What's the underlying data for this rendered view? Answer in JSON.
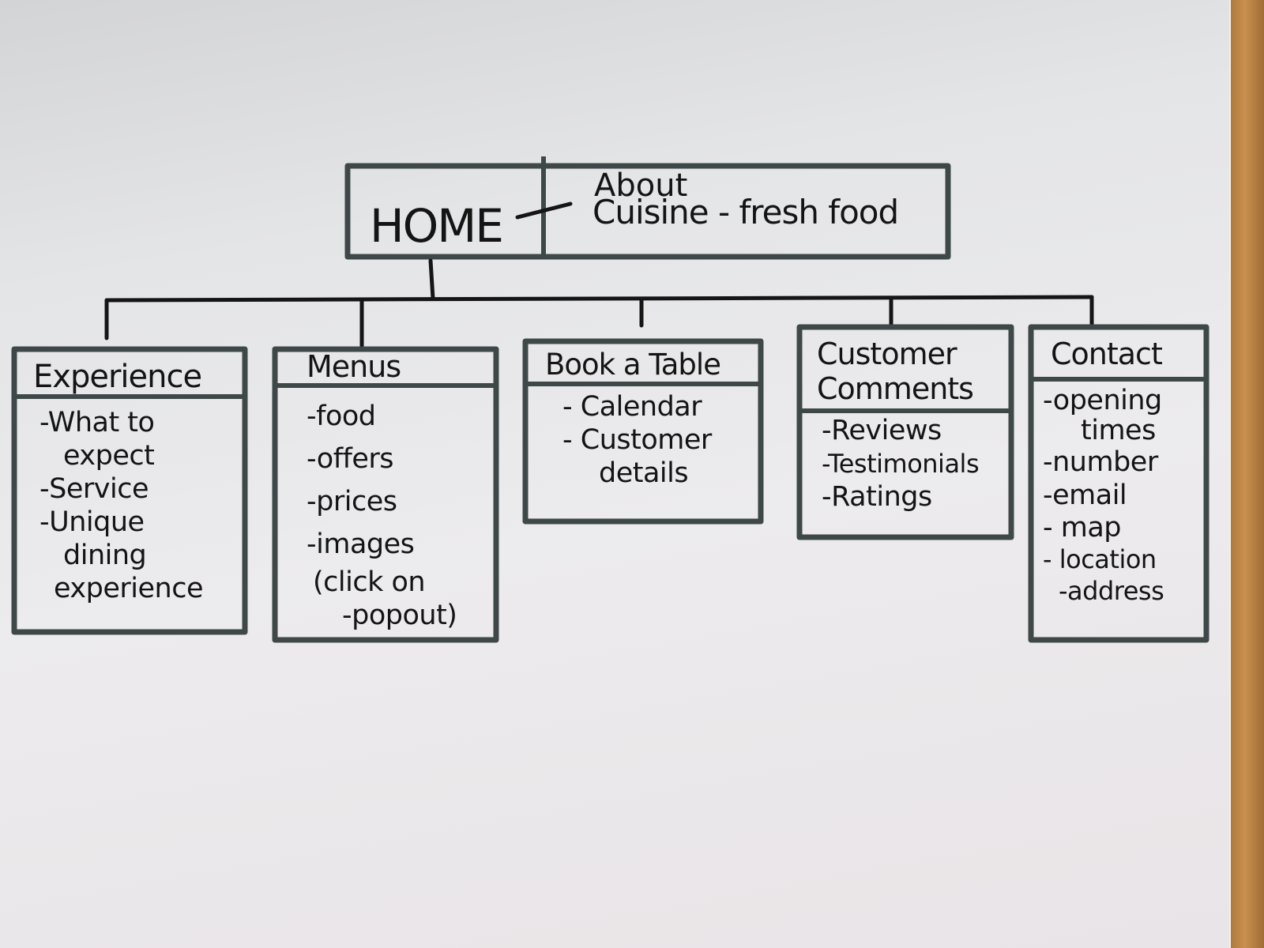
{
  "home": {
    "label": "HOME",
    "about_label": "About",
    "about_value": "Cuisine - fresh food"
  },
  "pages": [
    {
      "title": "Experience",
      "items": [
        "-What to",
        "expect",
        "-Service",
        "-Unique",
        "dining",
        "experience"
      ]
    },
    {
      "title": "Menus",
      "items": [
        "-food",
        "-offers",
        "-prices",
        "-images",
        "(click on",
        "-popout)"
      ]
    },
    {
      "title": "Book a Table",
      "items": [
        "- Calendar",
        "- Customer",
        "details"
      ]
    },
    {
      "title": "Customer Comments",
      "items": [
        "-Reviews",
        "-Testimonials",
        "-Ratings"
      ]
    },
    {
      "title": "Contact",
      "items": [
        "-opening",
        "times",
        "-number",
        "-email",
        "- map",
        "- location",
        "-address"
      ]
    }
  ],
  "colors": {
    "ink": "#141414",
    "box_stroke": "#3f4848",
    "paper": "#e6e6e8",
    "table_wood": "#c08848"
  }
}
